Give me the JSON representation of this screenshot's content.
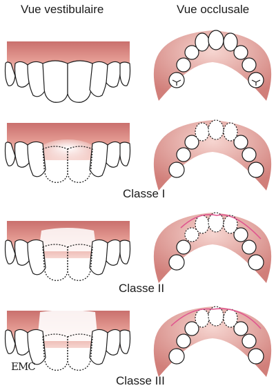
{
  "headers": {
    "left": "Vue vestibulaire",
    "right": "Vue occlusale"
  },
  "classes": [
    "Classe I",
    "Classe II",
    "Classe III"
  ],
  "logo": "EMC",
  "colors": {
    "gum_light": "#f3c9c4",
    "gum_dark": "#c9706d",
    "pink_line": "#e0568f",
    "outline": "#1a1a1a"
  }
}
